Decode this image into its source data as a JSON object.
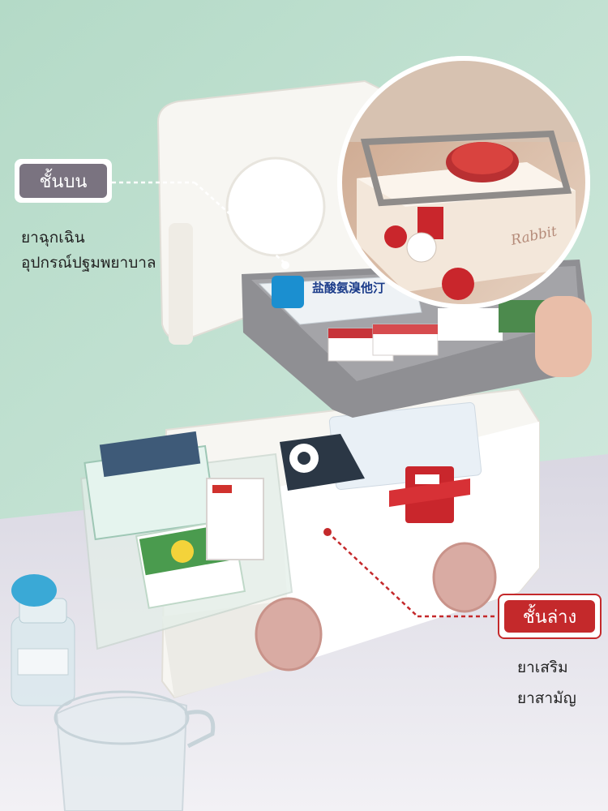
{
  "callouts": {
    "top": {
      "title": "ชั้นบน",
      "items": [
        "ยาฉุกเฉิน",
        "อุปกรณ์ปฐมพยาบาล"
      ],
      "color": "#7a7380"
    },
    "bottom": {
      "title": "ชั้นล่าง",
      "items": [
        "ยาเสริม",
        "ยาสามัญ"
      ],
      "color": "#c4292b"
    }
  },
  "product_text": {
    "tray_box_label": "盐酸氨溴他汀",
    "inset_brand": "Rabbit"
  },
  "colors": {
    "wall": "#b9dccb",
    "table": "#e8e6ee",
    "box_white": "#f7f6f2",
    "tray_gray": "#8f8f93",
    "wheel_pink": "#d9aba3",
    "latch_red": "#c9262c"
  }
}
